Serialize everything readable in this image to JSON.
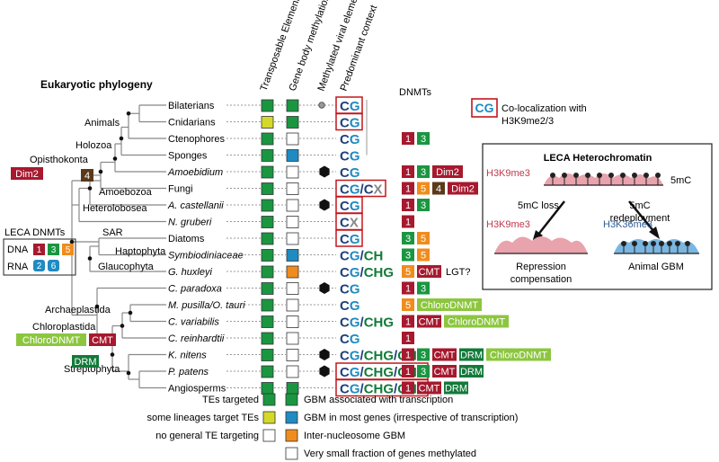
{
  "title": "Eukaryotic phylogeny",
  "column_headers": [
    "Transposable Elements",
    "Gene body methylation",
    "Methylated viral elements",
    "Predominant context"
  ],
  "dnmts_header": "DNMTs",
  "colors": {
    "red": "#a6192e",
    "green": "#1a9641",
    "orange": "#f08c1e",
    "blue": "#1e8bc3",
    "brown": "#5a3a1a",
    "lime": "#8cc63f",
    "yellow": "#d4d929",
    "navy": "#1f3f7a",
    "darkgreen": "#137a3a",
    "h3k9": "#c0394b",
    "h3k36": "#2e5d99"
  },
  "taxa": [
    {
      "name": "Bilaterians",
      "italic": false,
      "te": "green",
      "gbm": "green",
      "viral": "dot",
      "context": [
        [
          "CG",
          "cg"
        ]
      ],
      "box": true,
      "dnmts": []
    },
    {
      "name": "Cnidarians",
      "italic": false,
      "te": "yellow",
      "gbm": "green",
      "viral": "",
      "context": [
        [
          "CG",
          "cg"
        ]
      ],
      "box": true,
      "dnmts": []
    },
    {
      "name": "Ctenophores",
      "italic": false,
      "te": "green",
      "gbm": "white",
      "viral": "",
      "context": [
        [
          "CG",
          "cg"
        ]
      ],
      "box": false,
      "dnmts": [
        [
          "1",
          "red"
        ],
        [
          "3",
          "green"
        ]
      ]
    },
    {
      "name": "Sponges",
      "italic": false,
      "te": "green",
      "gbm": "blue",
      "viral": "",
      "context": [
        [
          "CG",
          "cg"
        ]
      ],
      "box": false,
      "dnmts": []
    },
    {
      "name": "Amoebidium",
      "italic": true,
      "te": "green",
      "gbm": "white",
      "viral": "hex",
      "context": [
        [
          "CG",
          "cg"
        ]
      ],
      "box": false,
      "dnmts": [
        [
          "1",
          "red"
        ],
        [
          "3",
          "green"
        ],
        [
          "Dim2",
          "red"
        ]
      ]
    },
    {
      "name": "Fungi",
      "italic": false,
      "te": "green",
      "gbm": "white",
      "viral": "",
      "context": [
        [
          "CG",
          "cg"
        ],
        [
          "/",
          "navy"
        ],
        [
          "CX",
          "cx"
        ]
      ],
      "box": true,
      "dnmts": [
        [
          "1",
          "red"
        ],
        [
          "5",
          "orange"
        ],
        [
          "4",
          "brown"
        ],
        [
          "Dim2",
          "red"
        ]
      ]
    },
    {
      "name": "A. castellanii",
      "italic": true,
      "te": "green",
      "gbm": "white",
      "viral": "hex",
      "context": [
        [
          "CG",
          "cg"
        ]
      ],
      "box": true,
      "dnmts": [
        [
          "1",
          "red"
        ],
        [
          "3",
          "green"
        ]
      ]
    },
    {
      "name": "N. gruberi",
      "italic": true,
      "te": "green",
      "gbm": "white",
      "viral": "",
      "context": [
        [
          "CX",
          "cx"
        ]
      ],
      "box": true,
      "dnmts": [
        [
          "1",
          "red"
        ]
      ]
    },
    {
      "name": "Diatoms",
      "italic": false,
      "te": "green",
      "gbm": "white",
      "viral": "",
      "context": [
        [
          "CG",
          "cg"
        ]
      ],
      "box": true,
      "dnmts": [
        [
          "3",
          "green"
        ],
        [
          "5",
          "orange"
        ]
      ]
    },
    {
      "name": "Symbiodiniaceae",
      "italic": true,
      "te": "green",
      "gbm": "blue",
      "viral": "",
      "context": [
        [
          "CG",
          "cg"
        ],
        [
          "/",
          "navy"
        ],
        [
          "CH",
          "ch"
        ]
      ],
      "box": false,
      "dnmts": [
        [
          "3",
          "green"
        ],
        [
          "5",
          "orange"
        ]
      ]
    },
    {
      "name": "G. huxleyi",
      "italic": true,
      "te": "green",
      "gbm": "orange",
      "viral": "",
      "context": [
        [
          "CG",
          "cg"
        ],
        [
          "/",
          "navy"
        ],
        [
          "CHG",
          "ch"
        ]
      ],
      "box": false,
      "dnmts": [
        [
          "5",
          "orange"
        ],
        [
          "CMT",
          "red"
        ]
      ],
      "extra": "LGT?"
    },
    {
      "name": "C. paradoxa",
      "italic": true,
      "te": "green",
      "gbm": "white",
      "viral": "hex",
      "context": [
        [
          "CG",
          "cg"
        ]
      ],
      "box": false,
      "dnmts": [
        [
          "1",
          "red"
        ],
        [
          "3",
          "green"
        ]
      ]
    },
    {
      "name": "M. pusilla/O. tauri",
      "italic": true,
      "te": "green",
      "gbm": "white",
      "viral": "",
      "context": [
        [
          "CG",
          "cg"
        ]
      ],
      "box": false,
      "dnmts": [
        [
          "5",
          "orange"
        ],
        [
          "ChloroDNMT",
          "lime"
        ]
      ]
    },
    {
      "name": "C. variabilis",
      "italic": true,
      "te": "green",
      "gbm": "white",
      "viral": "",
      "context": [
        [
          "CG",
          "cg"
        ],
        [
          "/",
          "navy"
        ],
        [
          "CHG",
          "ch"
        ]
      ],
      "box": false,
      "dnmts": [
        [
          "1",
          "red"
        ],
        [
          "CMT",
          "red"
        ],
        [
          "ChloroDNMT",
          "lime"
        ]
      ]
    },
    {
      "name": "C. reinhardtii",
      "italic": true,
      "te": "green",
      "gbm": "white",
      "viral": "",
      "context": [
        [
          "CG",
          "cg"
        ]
      ],
      "box": false,
      "dnmts": [
        [
          "1",
          "red"
        ]
      ]
    },
    {
      "name": "K. nitens",
      "italic": true,
      "te": "green",
      "gbm": "white",
      "viral": "hex",
      "context": [
        [
          "CG",
          "cg"
        ],
        [
          "/",
          "navy"
        ],
        [
          "CHG",
          "ch"
        ],
        [
          "/",
          "navy"
        ],
        [
          "CHH",
          "ch"
        ]
      ],
      "box": false,
      "dnmts": [
        [
          "1",
          "red"
        ],
        [
          "3",
          "green"
        ],
        [
          "CMT",
          "red"
        ],
        [
          "DRM",
          "darkgreen"
        ],
        [
          "ChloroDNMT",
          "lime"
        ]
      ]
    },
    {
      "name": "P. patens",
      "italic": true,
      "te": "green",
      "gbm": "white",
      "viral": "hex",
      "context": [
        [
          "CG",
          "cg"
        ],
        [
          "/",
          "navy"
        ],
        [
          "CHG",
          "ch"
        ],
        [
          "/",
          "navy"
        ],
        [
          "CHH",
          "ch"
        ]
      ],
      "box": true,
      "dnmts": [
        [
          "1",
          "red"
        ],
        [
          "3",
          "green"
        ],
        [
          "CMT",
          "red"
        ],
        [
          "DRM",
          "darkgreen"
        ]
      ]
    },
    {
      "name": "Angiosperms",
      "italic": false,
      "te": "green",
      "gbm": "green",
      "viral": "",
      "context": [
        [
          "CG",
          "cg"
        ],
        [
          "/",
          "navy"
        ],
        [
          "CHG",
          "ch"
        ],
        [
          "/",
          "navy"
        ],
        [
          "CHH",
          "ch"
        ]
      ],
      "box": true,
      "dnmts": [
        [
          "1",
          "red"
        ],
        [
          "CMT",
          "red"
        ],
        [
          "DRM",
          "darkgreen"
        ]
      ]
    }
  ],
  "clades": {
    "animals": "Animals",
    "holozoa": "Holozoa",
    "opisthokonta": "Opisthokonta",
    "amoebozoa": "Amoebozoa",
    "heterolobosea": "Heterolobosea",
    "sar": "SAR",
    "haptophyta": "Haptophyta",
    "glaucophyta": "Glaucophyta",
    "archaeplastida": "Archaeplastida",
    "chloroplastida": "Chloroplastida",
    "streptophyta": "Streptophyta"
  },
  "tree_badges": [
    {
      "label": "Dim2",
      "color": "red"
    },
    {
      "label": "4",
      "color": "brown"
    },
    {
      "label": "ChloroDNMT",
      "color": "lime"
    },
    {
      "label": "CMT",
      "color": "red"
    },
    {
      "label": "DRM",
      "color": "darkgreen"
    }
  ],
  "leca": {
    "title": "LECA DNMTs",
    "dna_label": "DNA",
    "rna_label": "RNA",
    "dna": [
      [
        "1",
        "red"
      ],
      [
        "3",
        "green"
      ],
      [
        "5",
        "orange"
      ]
    ],
    "rna": [
      [
        "2",
        "blue"
      ],
      [
        "6",
        "blue"
      ]
    ]
  },
  "coloc": {
    "symbol": "CG",
    "text1": "Co-localization with",
    "text2": "H3K9me2/3"
  },
  "heterochromatin": {
    "title": "LECA Heterochromatin",
    "top_mark": "H3K9me3",
    "mC": "5mC",
    "arrow_left": "5mC loss",
    "arrow_right_1": "5mC",
    "arrow_right_2": "redeployment",
    "left_mark": "H3K9me3",
    "right_mark": "H3K36me3",
    "left_caption_1": "Repression",
    "left_caption_2": "compensation",
    "right_caption": "Animal GBM"
  },
  "legend_left": [
    {
      "text": "TEs targeted",
      "color": "green"
    },
    {
      "text": "some lineages target TEs",
      "color": "yellow"
    },
    {
      "text": "no general TE targeting",
      "color": "white"
    }
  ],
  "legend_right": [
    {
      "text": "GBM associated with transcription",
      "color": "green"
    },
    {
      "text": "GBM in most genes (irrespective of transcription)",
      "color": "blue"
    },
    {
      "text": "Inter-nucleosome GBM",
      "color": "orange"
    },
    {
      "text": "Very small fraction of genes methylated",
      "color": "white"
    }
  ]
}
